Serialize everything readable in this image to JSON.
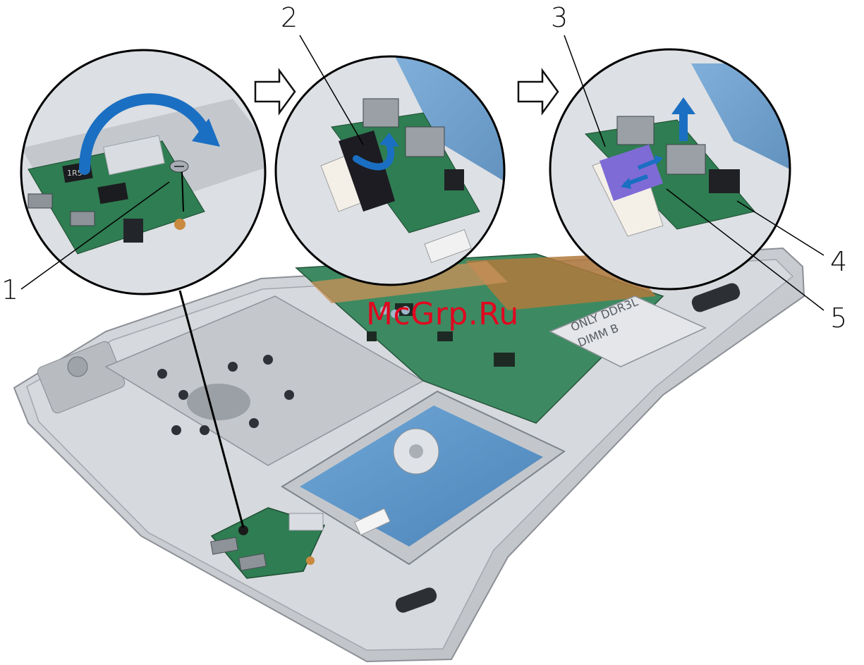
{
  "callouts": {
    "c1": "1",
    "c2": "2",
    "c3": "3",
    "c4": "4",
    "c5": "5"
  },
  "watermark": "McGrp.Ru",
  "board_labels": {
    "dimm_line1": "ONLY DDR3L",
    "dimm_line2": "DIMM B",
    "chip_marking": "1R5"
  },
  "colors": {
    "rotate_arrow": "#1a6fc2",
    "lift_arrow": "#1a6fc2",
    "pcb_green": "#2f7d52",
    "ribbon_purple": "#7e6bd6",
    "ribbon_black": "#1c1c22",
    "chassis_gray": "#c9cdd2",
    "watermark_red": "#e1061f"
  },
  "icons": [
    "rotate-arrow-icon",
    "flip-arrow-icon",
    "lift-arrow-icon",
    "disconnect-arrow-icon",
    "step-arrow-icon"
  ]
}
